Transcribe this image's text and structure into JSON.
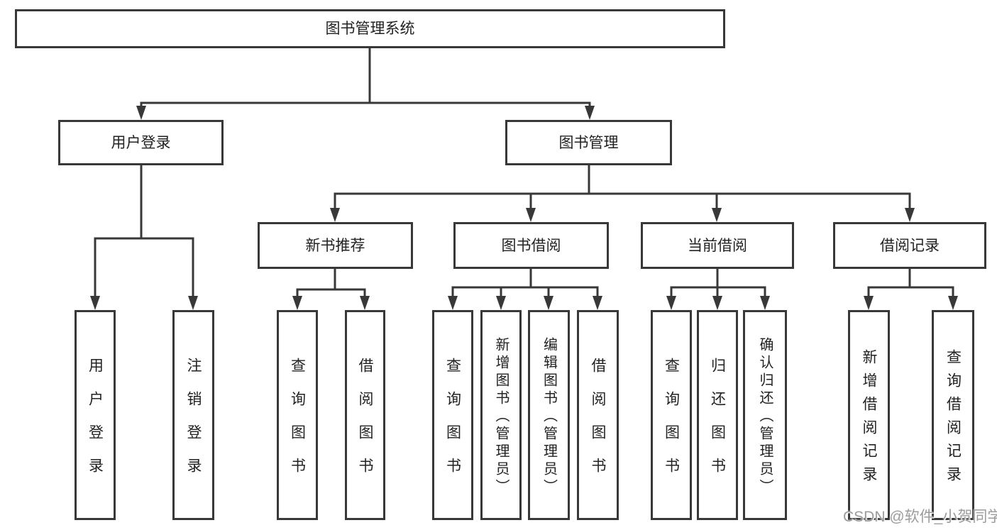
{
  "diagram": {
    "type": "hierarchy",
    "root": {
      "label": "图书管理系统"
    },
    "branches": [
      {
        "label": "用户登录",
        "children": [
          {
            "label": "用户登录"
          },
          {
            "label": "注销登录"
          }
        ]
      },
      {
        "label": "图书管理",
        "groups": [
          {
            "label": "新书推荐",
            "children": [
              {
                "label": "查询图书"
              },
              {
                "label": "借阅图书"
              }
            ]
          },
          {
            "label": "图书借阅",
            "children": [
              {
                "label": "查询图书"
              },
              {
                "label": "新增图书（管理员）"
              },
              {
                "label": "编辑图书（管理员）"
              },
              {
                "label": "借阅图书"
              }
            ]
          },
          {
            "label": "当前借阅",
            "children": [
              {
                "label": "查询图书"
              },
              {
                "label": "归还图书"
              },
              {
                "label": "确认归还（管理员）"
              }
            ]
          },
          {
            "label": "借阅记录",
            "children": [
              {
                "label": "新增借阅记录"
              },
              {
                "label": "查询借阅记录"
              }
            ]
          }
        ]
      }
    ]
  },
  "watermark": {
    "text": "CSDN @软件_小贺同学"
  },
  "colors": {
    "line": "#383838",
    "text": "#222222",
    "box_bg": "#ffffff",
    "watermark": "#9c9c9c"
  }
}
